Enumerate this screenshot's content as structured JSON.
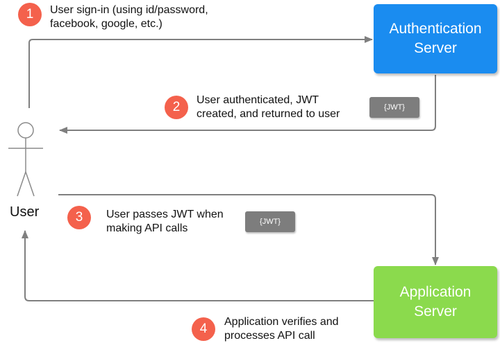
{
  "actor": {
    "label": "User"
  },
  "servers": {
    "auth": {
      "line1": "Authentication",
      "line2": "Server"
    },
    "app": {
      "line1": "Application",
      "line2": "Server"
    }
  },
  "steps": [
    {
      "number": "1",
      "text": "User sign-in (using id/password,\nfacebook, google, etc.)"
    },
    {
      "number": "2",
      "text": "User authenticated, JWT\ncreated, and returned to user",
      "token": "{JWT}"
    },
    {
      "number": "3",
      "text": "User passes JWT when\nmaking API calls",
      "token": "{JWT}"
    },
    {
      "number": "4",
      "text": "Application verifies and\nprocesses API call"
    }
  ],
  "colors": {
    "auth_server": "#1a8cf0",
    "app_server": "#8bda4d",
    "step_badge": "#f4614c",
    "token": "#7d7d7d",
    "arrow": "#7f7f7f"
  }
}
